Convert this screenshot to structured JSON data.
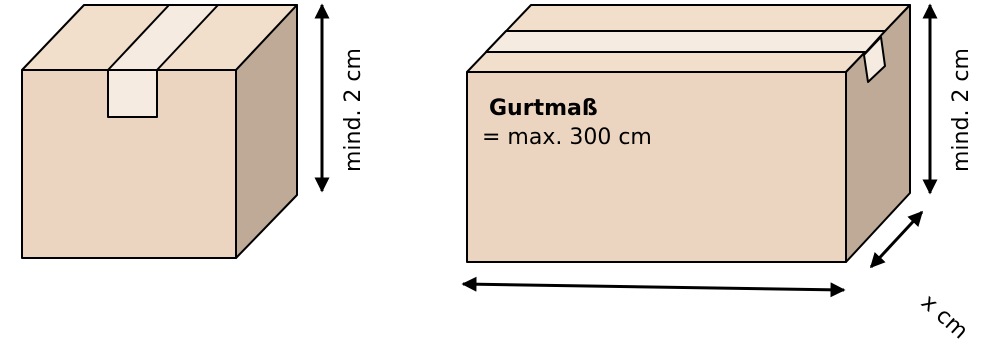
{
  "labels": {
    "left_height": "mind. 2 cm",
    "right_height": "mind. 2 cm",
    "girth_title": "Gurtmaß",
    "girth_value": "= max. 300 cm",
    "depth": "x cm"
  },
  "colors": {
    "box_front": "#ecd5c0",
    "box_top": "#f1dfcc",
    "box_side": "#bfaa97",
    "tape": "#f6ebe1",
    "outline": "#000000"
  }
}
